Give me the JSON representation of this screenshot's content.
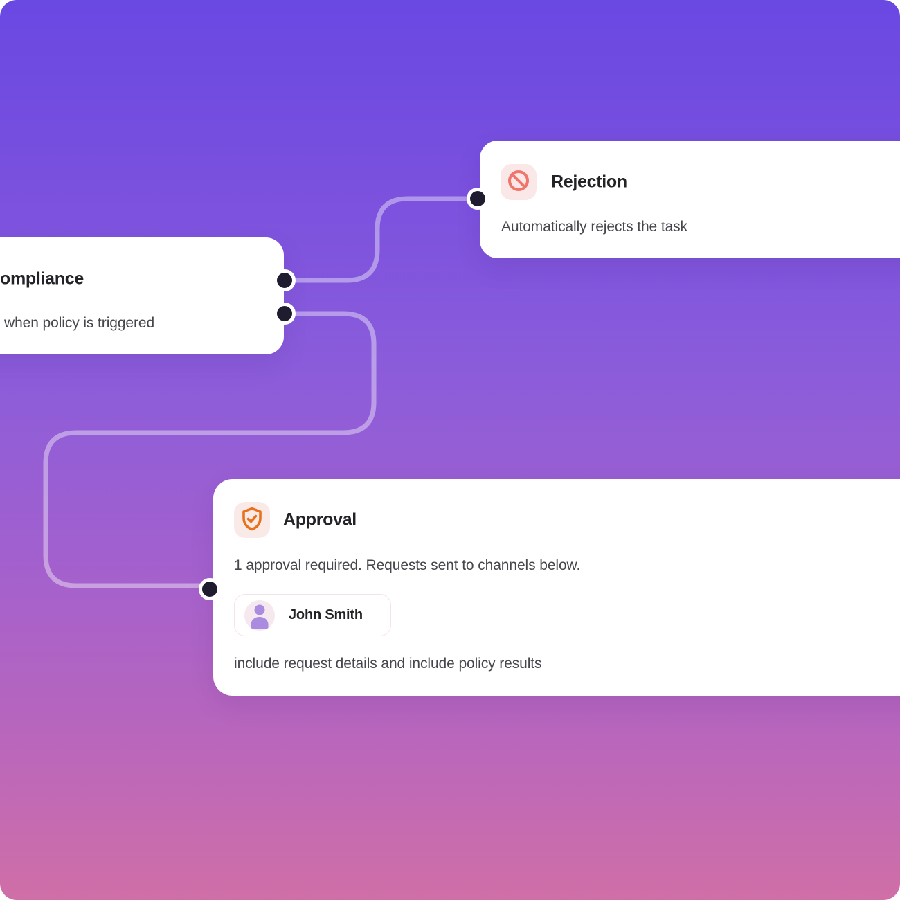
{
  "background": {
    "gradient_top": "#6A48E2",
    "gradient_middle": "#8A5CDB",
    "gradient_bottom": "#D06FA7",
    "edge_color": "rgba(255,255,255,0.40)",
    "connector_dot_color": "#1E1C2E"
  },
  "nodes": {
    "compliance": {
      "title": "ompliance",
      "description": "when policy is triggered"
    },
    "rejection": {
      "title": "Rejection",
      "description": "Automatically rejects the task",
      "icon": "ban-icon",
      "icon_color": "#F0756B",
      "icon_bg": "#FAE8E8"
    },
    "approval": {
      "title": "Approval",
      "description": "1 approval required. Requests sent to channels below.",
      "footer": "include request details and include policy results",
      "icon": "shield-check-icon",
      "icon_color": "#E8721B",
      "icon_bg": "#FAEAE7",
      "approver": {
        "name": "John Smith",
        "icon": "person-icon",
        "icon_color": "#A98BE0"
      }
    }
  }
}
